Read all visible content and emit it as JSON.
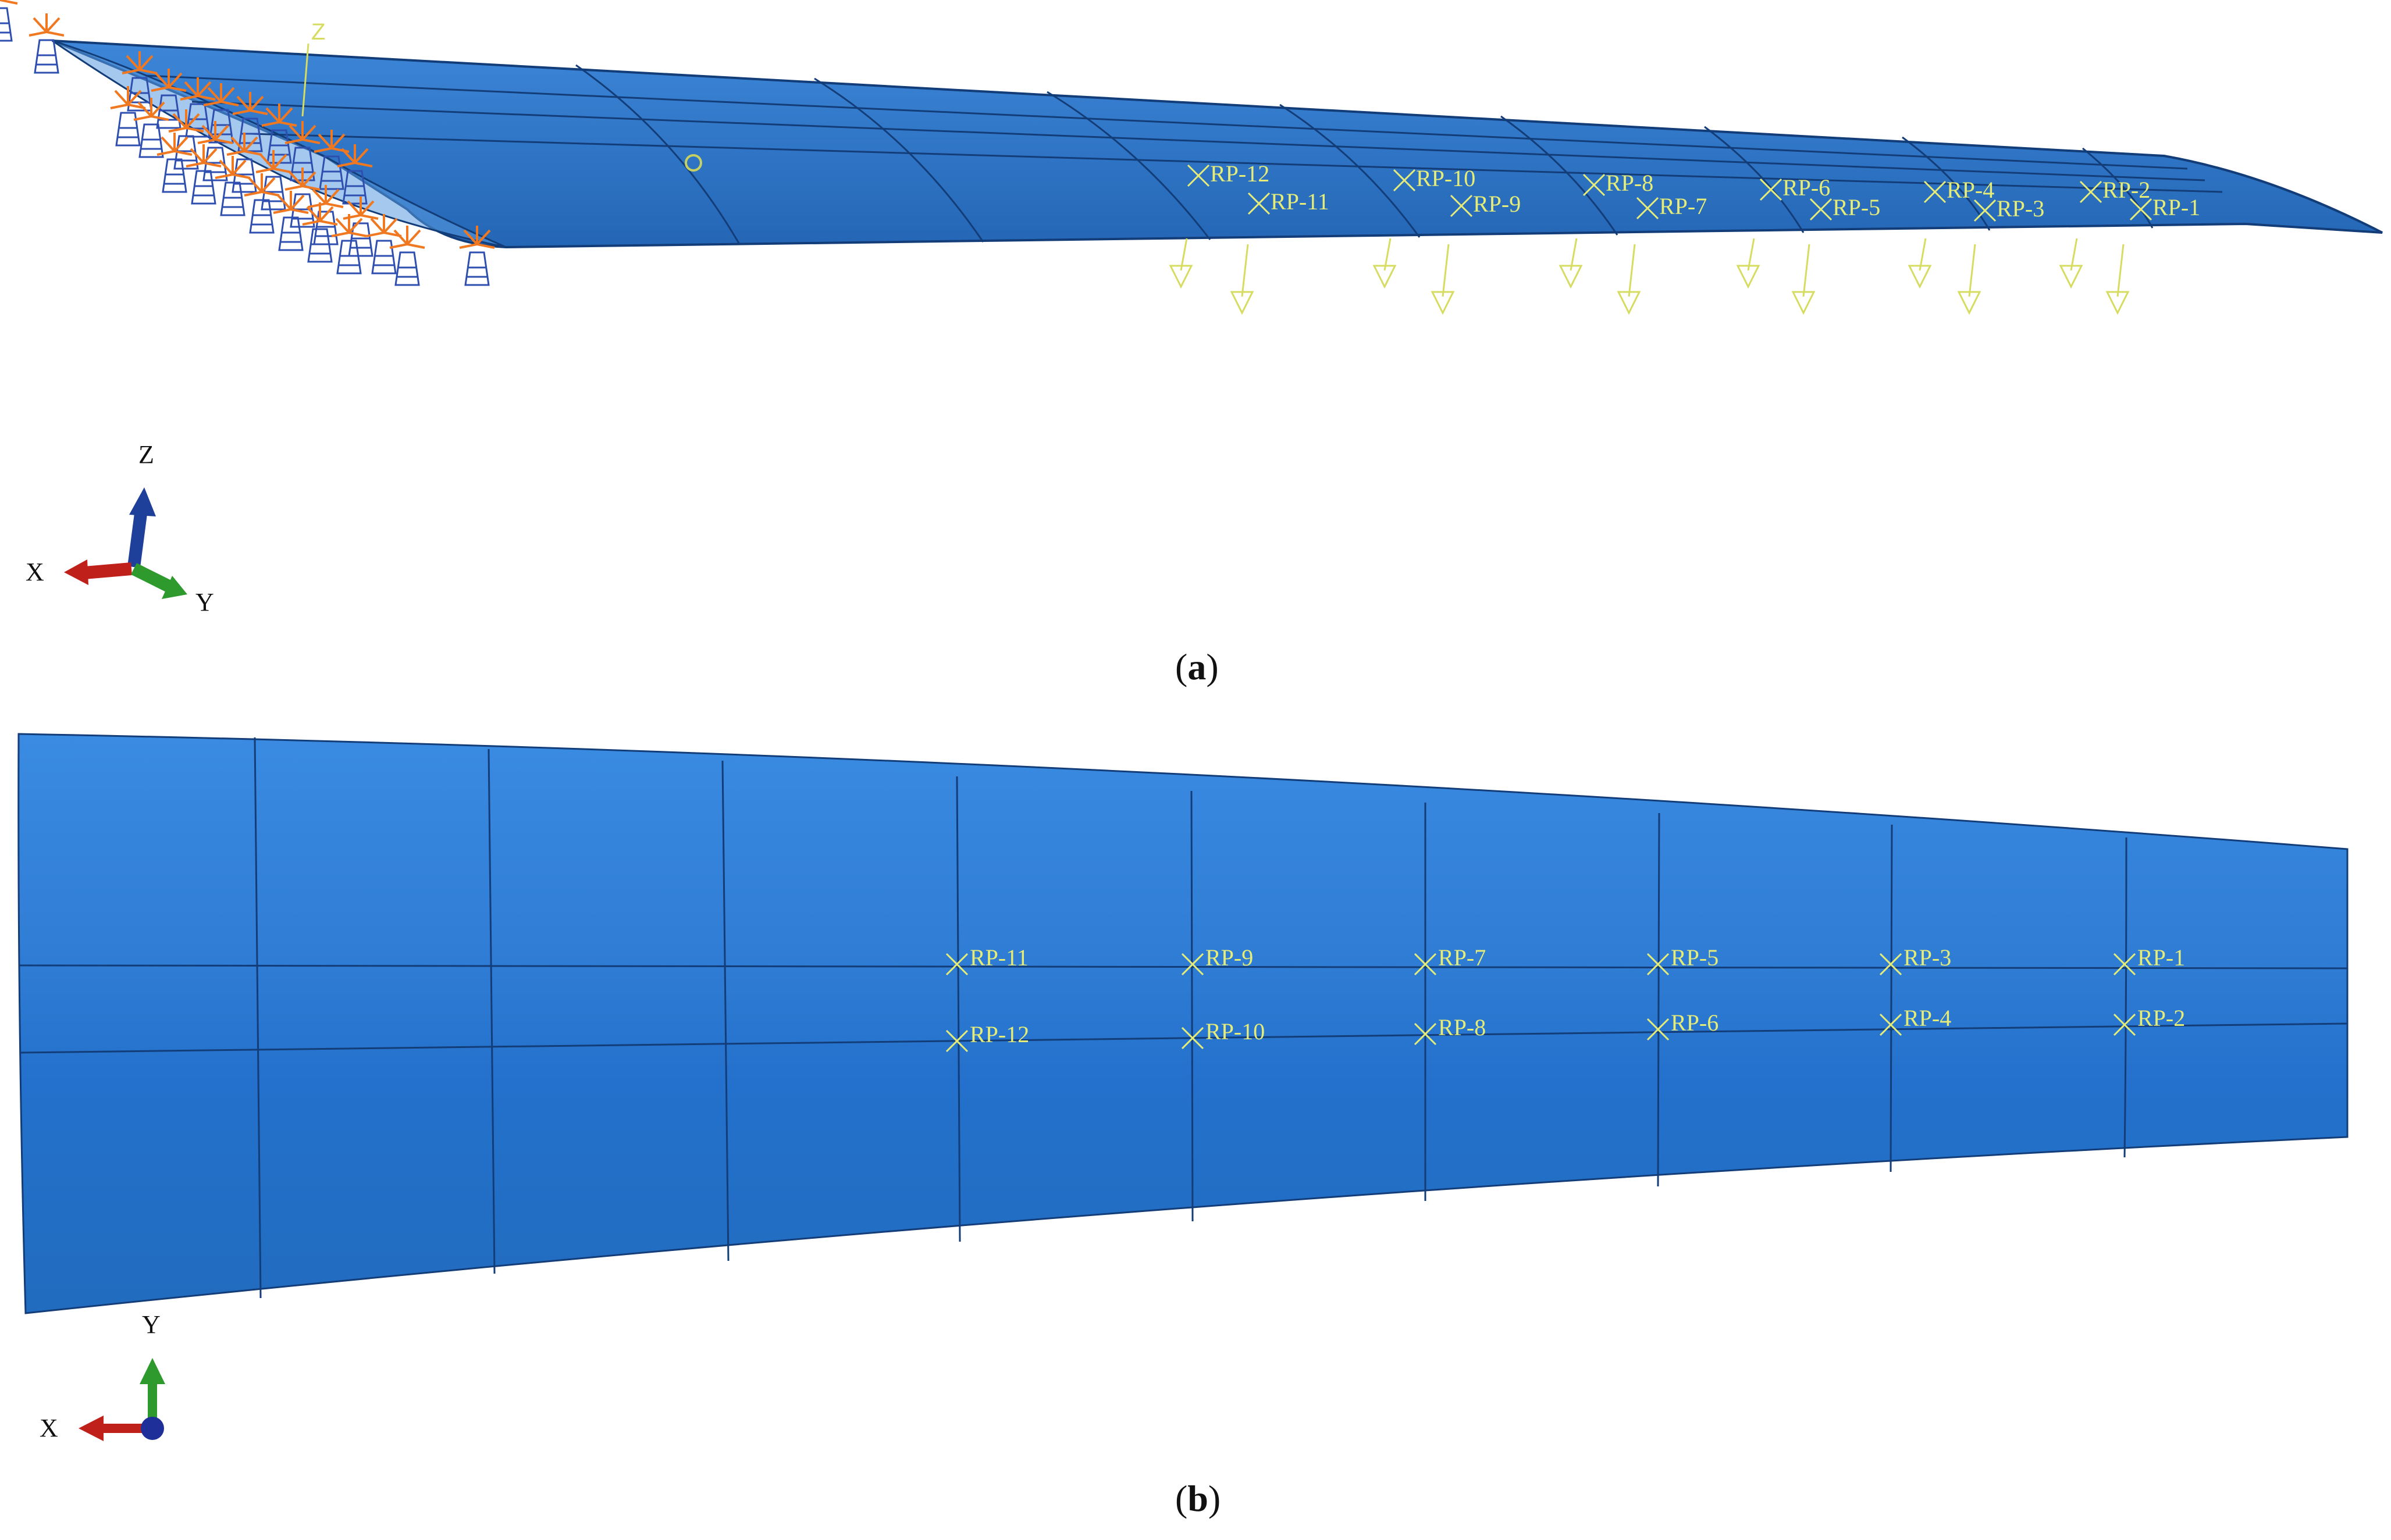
{
  "panel_a": {
    "caption_letter": "a",
    "load_axis_label": "Z",
    "rp_labels": [
      "RP-1",
      "RP-2",
      "RP-3",
      "RP-4",
      "RP-5",
      "RP-6",
      "RP-7",
      "RP-8",
      "RP-9",
      "RP-10",
      "RP-11",
      "RP-12"
    ],
    "triad": {
      "z": "Z",
      "x": "X",
      "y": "Y"
    }
  },
  "panel_b": {
    "caption_letter": "b",
    "rp_labels": [
      "RP-1",
      "RP-2",
      "RP-3",
      "RP-4",
      "RP-5",
      "RP-6",
      "RP-7",
      "RP-8",
      "RP-9",
      "RP-10",
      "RP-11",
      "RP-12"
    ],
    "triad": {
      "y": "Y",
      "x": "X"
    }
  },
  "colors": {
    "wing_blue": "#2f74c6",
    "wing_dark": "#1b5aa6",
    "rp_yellow": "#e6ec78",
    "constraint_orange": "#f07820",
    "axis_red": "#c0201a",
    "axis_green": "#2e9a2e",
    "axis_blue": "#1e3f9a"
  }
}
